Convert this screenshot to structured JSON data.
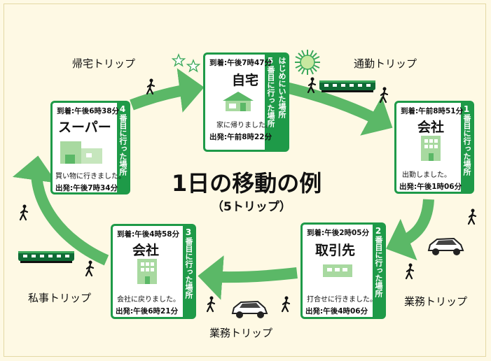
{
  "title": "1日の移動の例",
  "subtitle": "（5トリップ）",
  "colors": {
    "ring": "#5bb867",
    "card_border": "#1e9a48",
    "background": "#fef9e4",
    "train": "#0f6b35",
    "car": "#333333"
  },
  "places": {
    "home": {
      "arrival": "到着:午後7時47分",
      "name": "自宅",
      "note": "家に帰りました。",
      "departure": "出発:午前8時22分",
      "side_num": "5",
      "side_text": "番目に行った場所",
      "side_extra": "はじめにいた場所"
    },
    "office1": {
      "arrival": "到着:午前8時51分",
      "name": "会社",
      "note": "出勤しました。",
      "departure": "出発:午後1時06分",
      "side_num": "1",
      "side_text": "番目に行った場所"
    },
    "client": {
      "arrival": "到着:午後2時05分",
      "name": "取引先",
      "note": "打合せに行きました。",
      "departure": "出発:午後4時06分",
      "side_num": "2",
      "side_text": "番目に行った場所"
    },
    "office2": {
      "arrival": "到着:午後4時58分",
      "name": "会社",
      "note": "会社に戻りました。",
      "departure": "出発:午後6時21分",
      "side_num": "3",
      "side_text": "番目に行った場所"
    },
    "super": {
      "arrival": "到着:午後6時38分",
      "name": "スーパー",
      "note": "買い物に行きました。",
      "departure": "出発:午後7時34分",
      "side_num": "4",
      "side_text": "番目に行った場所"
    }
  },
  "trips": {
    "return_home": "帰宅トリップ",
    "commute": "通勤トリップ",
    "business_right": "業務トリップ",
    "business_bottom": "業務トリップ",
    "private": "私事トリップ"
  },
  "icons": [
    "house-icon",
    "office-building-icon",
    "store-icon",
    "train-icon",
    "car-icon",
    "walking-person-icon",
    "sun-icon",
    "star-icon"
  ]
}
